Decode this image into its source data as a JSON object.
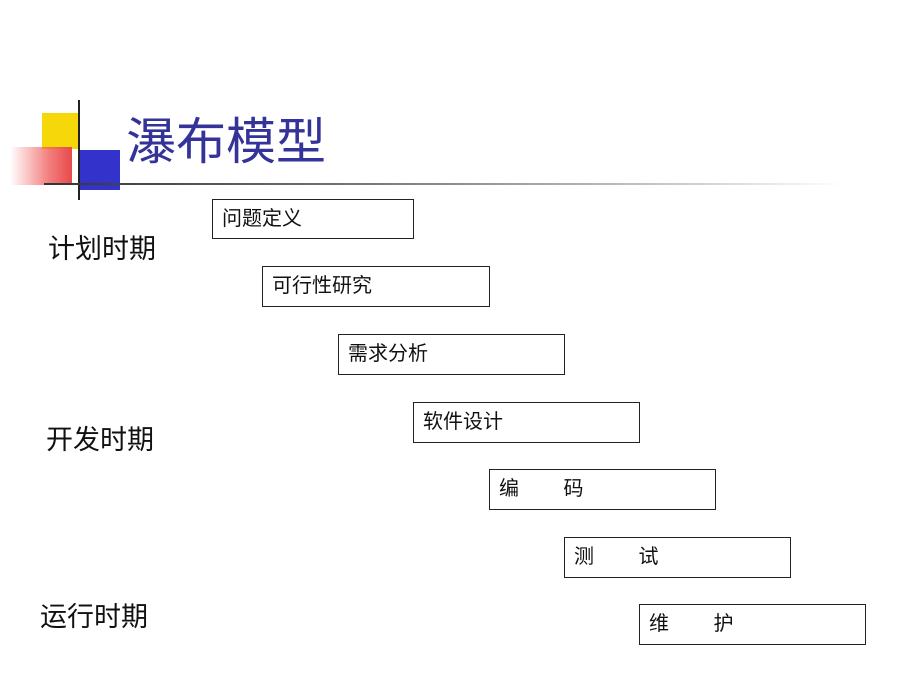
{
  "title": "瀑布模型",
  "phases": {
    "planning": "计划时期",
    "development": "开发时期",
    "operation": "运行时期"
  },
  "steps": [
    "问题定义",
    "可行性研究",
    "需求分析",
    "软件设计",
    "编       码",
    "测       试",
    "维       护"
  ]
}
